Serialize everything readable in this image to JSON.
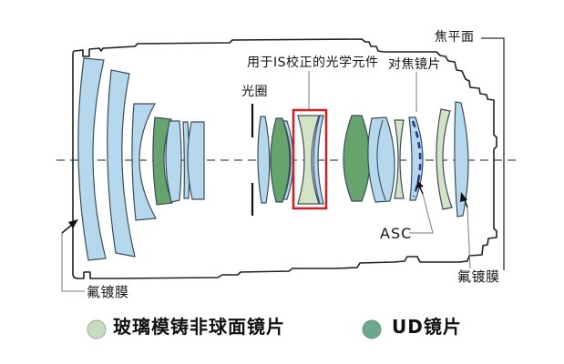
{
  "diagram": {
    "labels": {
      "focal_plane": "焦平面",
      "is_element": "用于IS校正的光学元件",
      "aperture": "光圈",
      "focusing_lens": "对焦镜片",
      "asc": "ASC",
      "fluorine_front": "氟镀膜",
      "fluorine_rear": "氟镀膜"
    },
    "colors": {
      "glass_blue": "#b5d8ec",
      "ud_green": "#66a46d",
      "aspherical_green": "#d4e2c6",
      "is_box_red": "#c4272b",
      "asc_dash_blue": "#1e3a8a",
      "outline_dark": "#1f1f1f",
      "lens_stroke": "#3a4c5c",
      "leader_gray": "#7a7a7a",
      "legend_aspherical": "#c6dcc0",
      "legend_ud": "#6ea78c"
    }
  },
  "legend": {
    "items": [
      {
        "label": "玻璃模铸非球面镜片"
      },
      {
        "label": "UD镜片"
      }
    ]
  }
}
